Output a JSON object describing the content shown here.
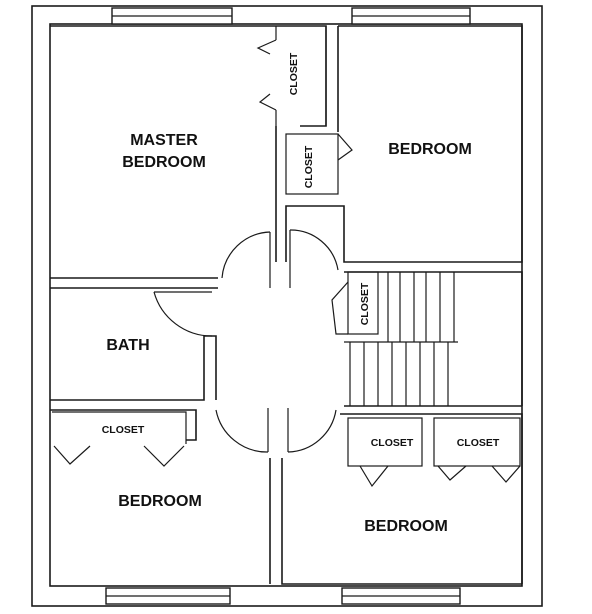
{
  "rooms": {
    "master_bedroom": [
      "MASTER",
      "BEDROOM"
    ],
    "bedroom_top_right": "BEDROOM",
    "bath": "BATH",
    "bedroom_bottom_left": "BEDROOM",
    "bedroom_bottom_right": "BEDROOM"
  },
  "closets": {
    "master_closet": "CLOSET",
    "hall_closet_upper": "CLOSET",
    "stair_closet": "CLOSET",
    "bottom_left_closet": "CLOSET",
    "bottom_right_closet_a": "CLOSET",
    "bottom_right_closet_b": "CLOSET"
  }
}
